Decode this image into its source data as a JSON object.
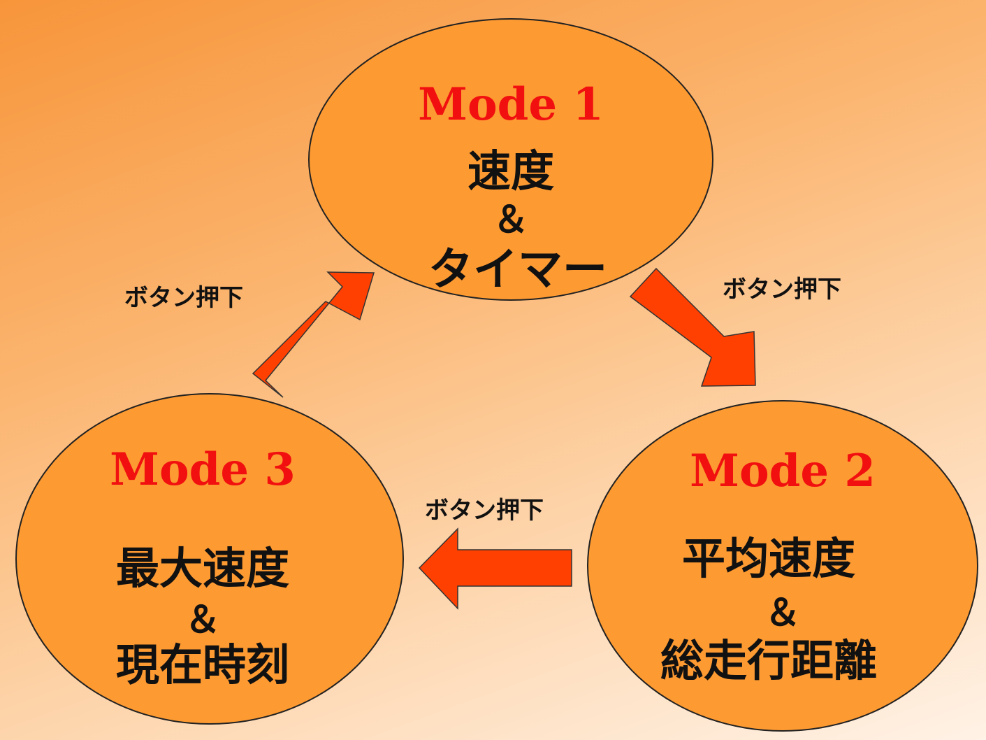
{
  "mode1": {
    "title": "Mode 1",
    "line1": "速度",
    "line2": "＆",
    "line3": "タイマー"
  },
  "mode2": {
    "title": "Mode 2",
    "line1": "平均速度",
    "line2": "＆",
    "line3": "総走行距離"
  },
  "mode3": {
    "title": "Mode 3",
    "line1": "最大速度",
    "line2": "＆",
    "line3": "現在時刻"
  },
  "arrows": {
    "a1_to_2": {
      "caption": "ボタン押下"
    },
    "a2_to_3": {
      "caption": "ボタン押下"
    },
    "a3_to_1": {
      "caption": "ボタン押下"
    }
  },
  "colors": {
    "ellipse_fill": "#fd9a32",
    "arrow_fill": "#ff4000",
    "title_red": "#f10f0f",
    "text": "#111111"
  }
}
